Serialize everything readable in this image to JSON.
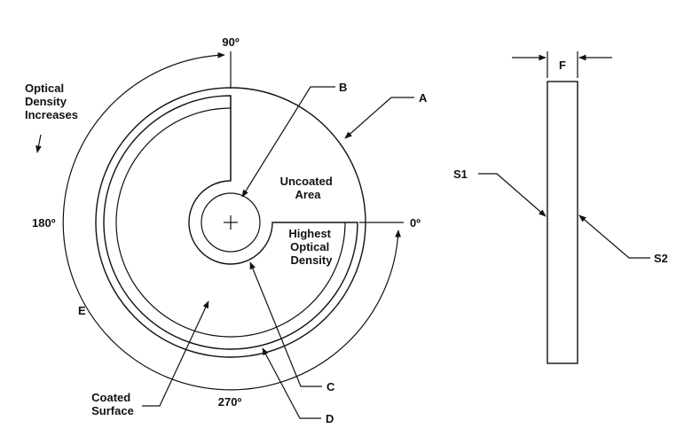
{
  "colors": {
    "ink": "#111111",
    "background": "#ffffff"
  },
  "labels": {
    "angle_90": "90º",
    "angle_180": "180º",
    "angle_270": "270º",
    "angle_0": "0º",
    "optical_density_increases": [
      "Optical",
      "Density",
      "Increases"
    ],
    "uncoated_area": [
      "Uncoated",
      "Area"
    ],
    "highest_optical_density": [
      "Highest",
      "Optical",
      "Density"
    ],
    "coated_surface": [
      "Coated",
      "Surface"
    ],
    "callout_a": "A",
    "callout_b": "B",
    "callout_c": "C",
    "callout_d": "D",
    "callout_e": "E",
    "side_thickness": "F",
    "surface_1": "S1",
    "surface_2": "S2"
  }
}
